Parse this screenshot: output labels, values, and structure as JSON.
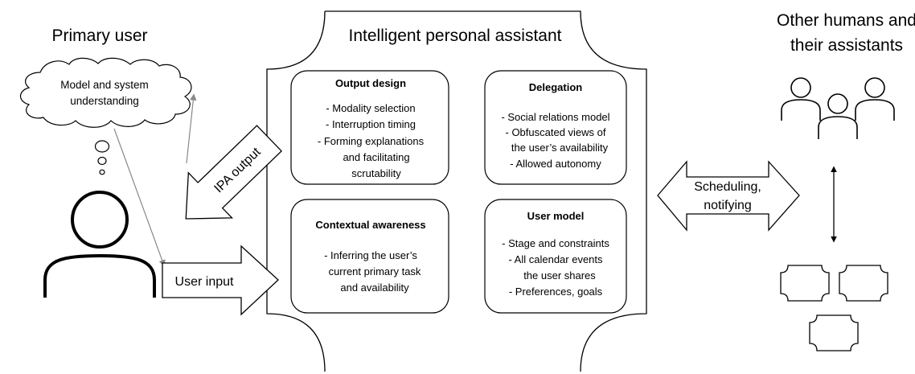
{
  "primary_user": {
    "heading": "Primary user",
    "thought_lines": [
      "Model and system",
      "understanding"
    ]
  },
  "assistant": {
    "heading": "Intelligent personal assistant",
    "modules": {
      "output_design": {
        "title": "Output design",
        "items": [
          "-  Modality selection",
          "-  Interruption timing",
          "-  Forming explanations",
          "and facilitating",
          "scrutability"
        ]
      },
      "delegation": {
        "title": "Delegation",
        "items": [
          "-  Social relations model",
          "-  Obfuscated views of",
          "the user’s availability",
          "-  Allowed autonomy"
        ]
      },
      "contextual_awareness": {
        "title": "Contextual awareness",
        "items": [
          "-  Inferring the user’s",
          "current primary task",
          "and availability"
        ]
      },
      "user_model": {
        "title": "User model",
        "items": [
          "-  Stage and constraints",
          "-  All calendar events",
          "the user shares",
          "-  Preferences, goals"
        ]
      }
    }
  },
  "others": {
    "heading_lines": [
      "Other humans and",
      "their assistants"
    ]
  },
  "arrows": {
    "ipa_output": "IPA output",
    "user_input": "User input",
    "scheduling_lines": [
      "Scheduling,",
      "notifying"
    ]
  }
}
